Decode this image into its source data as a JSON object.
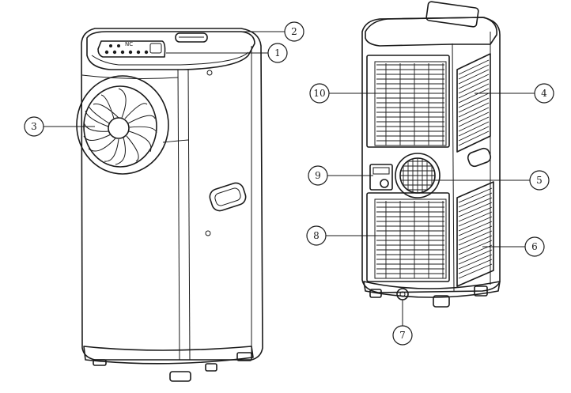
{
  "callouts": {
    "c1": "1",
    "c2": "2",
    "c3": "3",
    "c4": "4",
    "c5": "5",
    "c6": "6",
    "c7": "7",
    "c8": "8",
    "c9": "9",
    "c10": "10"
  },
  "control_panel": {
    "marks": "NC"
  }
}
